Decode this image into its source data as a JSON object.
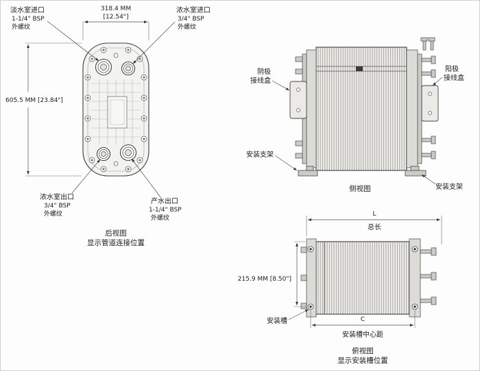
{
  "rear_view": {
    "title": "后视图",
    "subtitle": "显示管道连接位置",
    "width_dim": {
      "mm": "318.4 MM",
      "inch": "[12.54\"]"
    },
    "height_dim": "605.5 MM [23.84\"]",
    "ports": {
      "fresh_inlet": {
        "name": "淡水室进口",
        "thread": "1-1/4\" BSP",
        "type": "外螺纹"
      },
      "concentrate_inlet": {
        "name": "浓水室进口",
        "thread": "3/4\" BSP",
        "type": "外螺纹"
      },
      "concentrate_outlet": {
        "name": "浓水室出口",
        "thread": "3/4\" BSP",
        "type": "外螺纹"
      },
      "product_outlet": {
        "name": "产水出口",
        "thread": "1-1/4\" BSP",
        "type": "外螺纹"
      }
    }
  },
  "side_view": {
    "title": "侧视图",
    "cathode_box": {
      "line1": "阴极",
      "line2": "接线盒"
    },
    "anode_box": {
      "line1": "阳极",
      "line2": "接线盒"
    },
    "mounting_bracket_left": "安装支架",
    "mounting_bracket_right": "安装支架"
  },
  "top_view": {
    "title": "俯视图",
    "subtitle": "显示安装槽位置",
    "length_dim": {
      "symbol": "L",
      "label": "总长"
    },
    "side_dim": "215.9 MM [8.50\"]",
    "mounting_slot": "安装槽",
    "center_dim": {
      "symbol": "C",
      "label": "安装槽中心距"
    }
  },
  "colors": {
    "line": "#3d3d3d",
    "hatch": "#8a8a84",
    "fill_light": "#edece8"
  }
}
